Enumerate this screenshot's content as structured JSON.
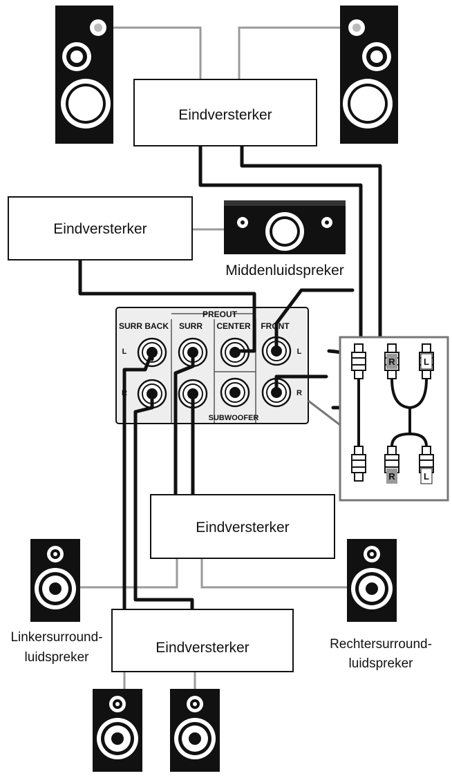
{
  "colors": {
    "ink": "#111111",
    "grey_wire": "#9a9a9a",
    "panel": "#eeeeee",
    "paper": "#ffffff"
  },
  "amplifiers": {
    "front": "Eindversterker",
    "center": "Eindversterker",
    "surround": "Eindversterker",
    "surround_back": "Eindversterker"
  },
  "speakers": {
    "center_label": "Middenluidspreker",
    "left_surround_label": [
      "Linkersurround-",
      "luidspreker"
    ],
    "right_surround_label": [
      "Rechtersurround-",
      "luidspreker"
    ]
  },
  "preout_panel": {
    "title": "PREOUT",
    "columns": [
      "SURR BACK",
      "SURR",
      "CENTER",
      "FRONT"
    ],
    "left_mark": "L",
    "right_mark": "R",
    "subwoofer": "SUBWOOFER"
  },
  "cable_inset": {
    "top_left": "R",
    "top_right": "L",
    "bottom_left": "R",
    "bottom_right": "L"
  },
  "icons": [
    "floorstanding-speaker-icon",
    "center-speaker-icon",
    "bookshelf-speaker-icon",
    "rca-plug-icon",
    "rca-jack-icon"
  ]
}
